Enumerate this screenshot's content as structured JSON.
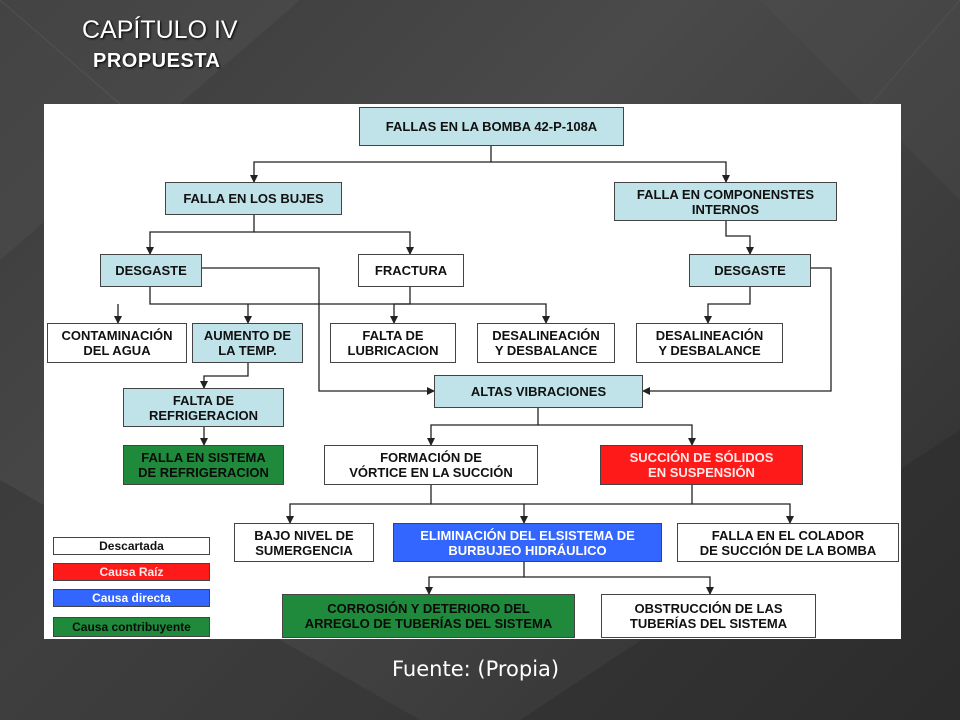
{
  "header": {
    "title": "CAPÍTULO IV",
    "subtitle": "PROPUESTA"
  },
  "diagram": {
    "root": "FALLAS EN  LA BOMBA 42-P-108A",
    "falla_bujes": "FALLA EN LOS BUJES",
    "falla_componentes": "FALLA EN COMPONENSTES\nINTERNOS",
    "desgaste_left": "DESGASTE",
    "fractura": "FRACTURA",
    "desgaste_right": "DESGASTE",
    "contaminacion": "CONTAMINACIÓN\nDEL AGUA",
    "aumento_temp": "AUMENTO DE\nLA TEMP.",
    "falta_lubricacion": "FALTA DE\nLUBRICACION",
    "desalineacion_mid": "DESALINEACIÓN\nY DESBALANCE",
    "desalineacion_right": "DESALINEACIÓN\nY DESBALANCE",
    "falta_refrigeracion": "FALTA DE\nREFRIGERACION",
    "altas_vibraciones": "ALTAS VIBRACIONES",
    "falla_sistema_refrigeracion": "FALLA EN SISTEMA\nDE REFRIGERACION",
    "formacion_vortice": "FORMACIÓN DE\nVÓRTICE  EN LA SUCCIÓN",
    "succion_solidos": "SUCCIÓN DE SÓLIDOS\nEN SUSPENSIÓN",
    "bajo_nivel": "BAJO NIVEL DE\nSUMERGENCIA",
    "eliminacion_sistema": "ELIMINACIÓN DEL ELSISTEMA DE\nBURBUJEO HIDRÁULICO",
    "falla_colador": "FALLA EN EL COLADOR\nDE SUCCIÓN DE LA BOMBA",
    "corrosion": "CORROSIÓN Y DETERIORO DEL\nARREGLO DE TUBERÍAS DEL SISTEMA",
    "obstruccion": "OBSTRUCCIÓN DE LAS\nTUBERÍAS DEL SISTEMA"
  },
  "legend": {
    "descartada": "Descartada",
    "causa_raiz": "Causa Raíz",
    "causa_directa": "Causa directa",
    "causa_contribuyente": "Causa contribuyente"
  },
  "colors": {
    "cyan": "#bfe3e8",
    "red": "#ff1a1a",
    "blue": "#3366ff",
    "green": "#1f8a3b"
  },
  "footer": {
    "source": "Fuente: (Propia)"
  }
}
